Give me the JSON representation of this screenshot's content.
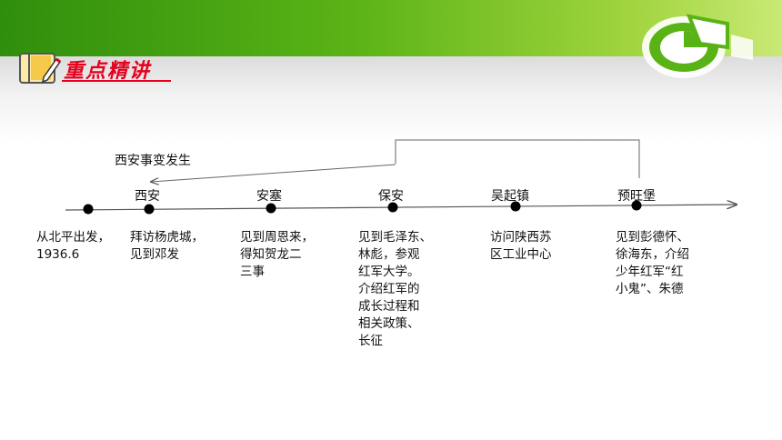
{
  "header": {
    "section_title": "重点精讲",
    "icon": "notebook-pencil-icon",
    "logo_icon": "green-pie-logo-icon"
  },
  "timeline": {
    "event_label": "西安事变发生",
    "places": [
      "西安",
      "安塞",
      "保安",
      "吴起镇",
      "预旺堡"
    ],
    "descriptions": [
      [
        "从北平出发，",
        "1936.6"
      ],
      [
        "拜访杨虎城，",
        "见到邓发"
      ],
      [
        "见到周恩来，",
        "得知贺龙二",
        "三事"
      ],
      [
        "见到毛泽东、",
        "林彪，参观",
        "红军大学。",
        "介绍红军的",
        "成长过程和",
        "相关政策、",
        "长征"
      ],
      [
        "访问陕西苏",
        "区工业中心"
      ],
      [
        "见到彭德怀、",
        "徐海东，介绍",
        "少年红军“红",
        "小鬼”、朱德"
      ]
    ]
  },
  "colors": {
    "banner_dark": "#2f8e0c",
    "banner_light": "#c9e975",
    "title_red": "#e6001e"
  }
}
